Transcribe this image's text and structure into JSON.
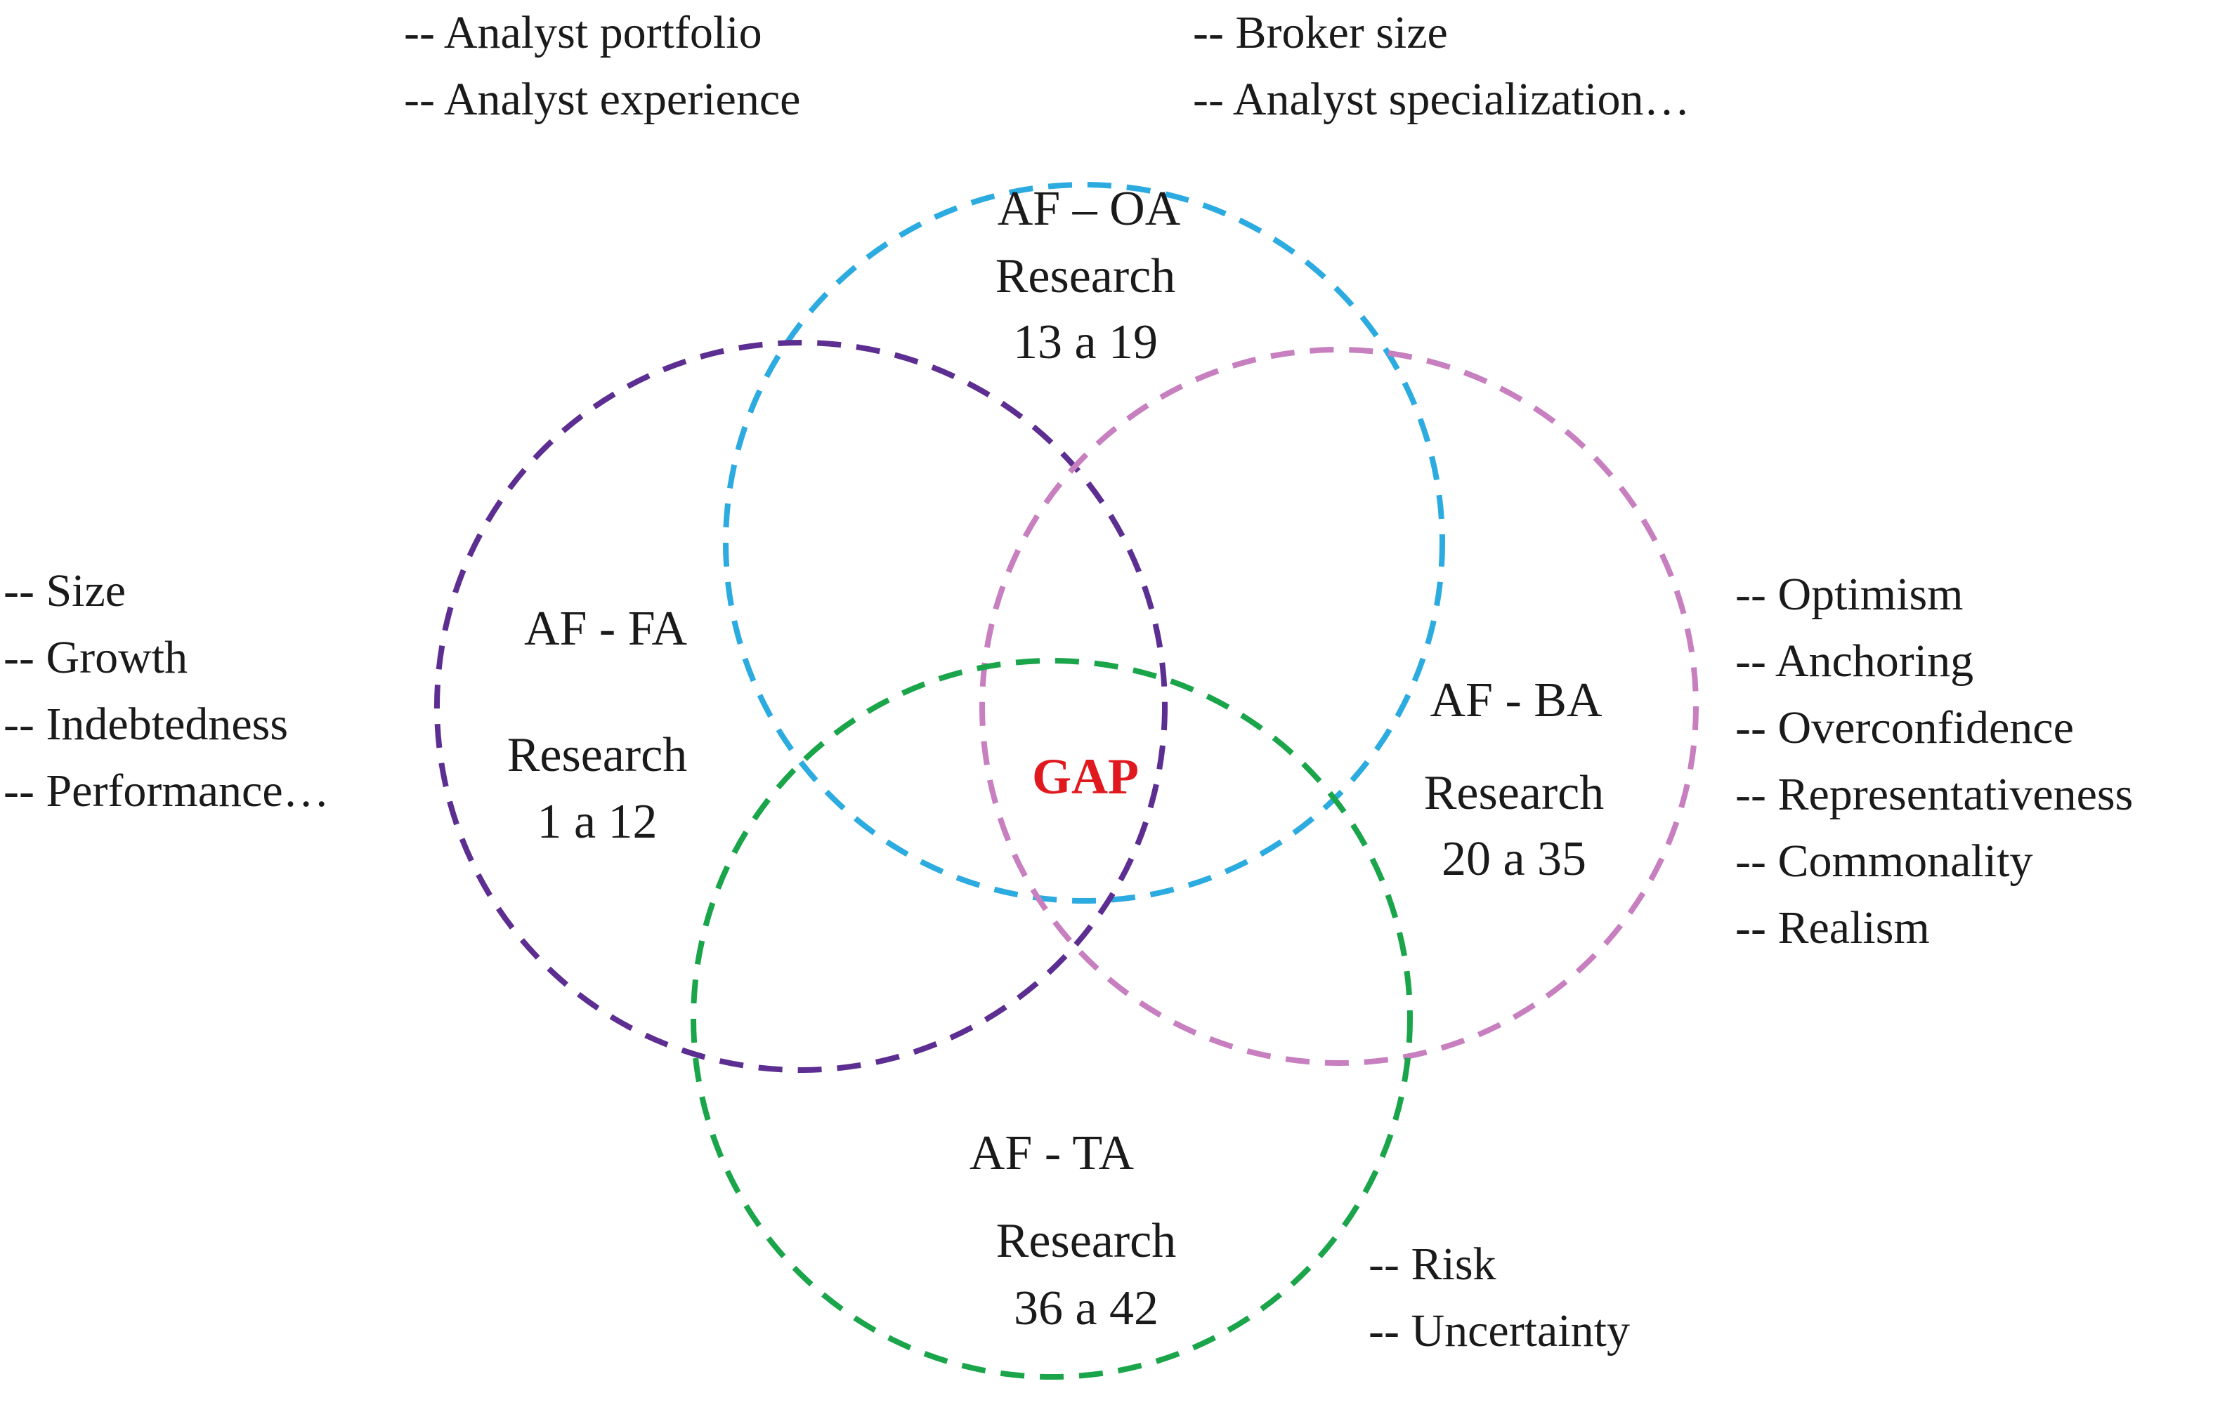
{
  "colors": {
    "af_oa": "#2cabe0",
    "af_fa": "#5d2e91",
    "af_ba": "#c77fbf",
    "af_ta": "#1aa54a",
    "gap": "#e0191f",
    "text": "#1a1a1a"
  },
  "circles": {
    "af_oa": {
      "title": "AF – OA",
      "research": "Research",
      "range": "13 a 19"
    },
    "af_fa": {
      "title": "AF - FA",
      "research": "Research",
      "range": "1 a 12"
    },
    "af_ba": {
      "title": "AF - BA",
      "research": "Research",
      "range": "20 a 35"
    },
    "af_ta": {
      "title": "AF - TA",
      "research": "Research",
      "range": "36 a 42"
    }
  },
  "center_label": "GAP",
  "factor_lists": {
    "top_left": [
      "-- Analyst portfolio",
      "-- Analyst experience"
    ],
    "top_right": [
      "-- Broker size",
      "-- Analyst specialization…"
    ],
    "left": [
      "-- Size",
      "-- Growth",
      "-- Indebtedness",
      "-- Performance…"
    ],
    "right": [
      "-- Optimism",
      "-- Anchoring",
      "-- Overconfidence",
      "-- Representativeness",
      "-- Commonality",
      "-- Realism"
    ],
    "bottom_right": [
      "-- Risk",
      "-- Uncertainty"
    ]
  }
}
